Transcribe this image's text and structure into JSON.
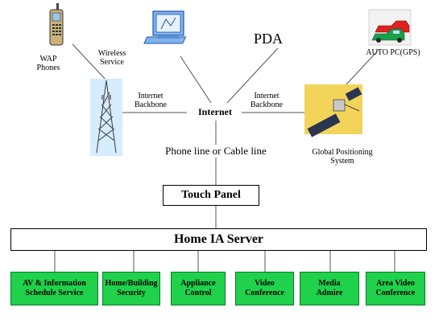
{
  "nodes": {
    "wap": "WAP\nPhones",
    "wireless": "Wireless\nService",
    "pda": "PDA",
    "auto": "AUTO PC(GPS)",
    "internet": "Internet",
    "backbone_left": "Internet\nBackbone",
    "backbone_right": "Internet\nBackbone",
    "gps": "Global Positioning\nSystem",
    "phone_line": "Phone line or Cable line",
    "touch_panel": "Touch Panel",
    "server": "Home IA Server"
  },
  "services": [
    "AV & Information\nSchedule Service",
    "Home/Building\nSecurity",
    "Appliance\nControl",
    "Video\nConference",
    "Media\nAdmire",
    "Area Video\nConference"
  ],
  "icons": [
    "wap-phone-icon",
    "desktop-computer-icon",
    "car-icon",
    "radio-tower-icon",
    "satellite-icon"
  ],
  "colors": {
    "service_fill": "#1fd14b",
    "line": "#555555"
  }
}
